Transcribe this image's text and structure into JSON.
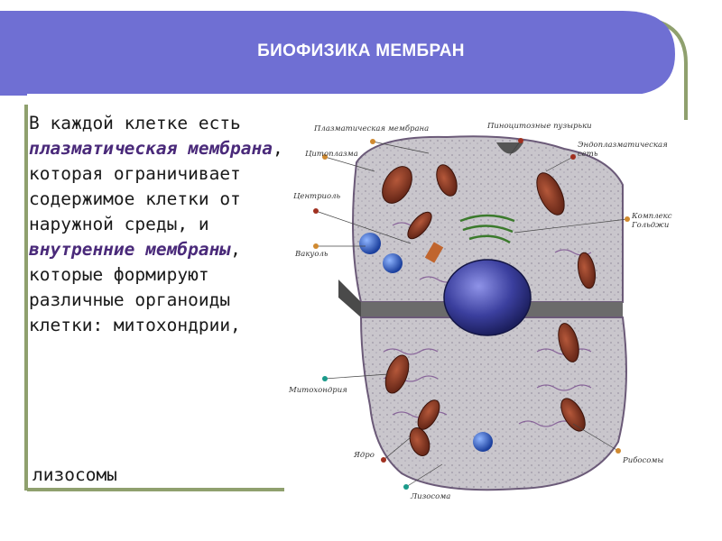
{
  "slide": {
    "title": "БИОФИЗИКА МЕМБРАН",
    "text": {
      "p1": "В каждой клетке есть ",
      "em1": "плазматическая мембрана",
      "p2": ", которая ограничивает содержимое клетки от наружной среды, и ",
      "em2": "внутренние мембраны",
      "p3": ", которые формируют различные органоиды клетки: митохондрии,",
      "last": "лизосомы"
    },
    "colors": {
      "banner": "#6f6fd3",
      "accent_border": "#8fa06e",
      "emphasis": "#4a2a7a"
    }
  },
  "diagram": {
    "labels": {
      "plasma_membrane": "Плазматическая мембрана",
      "pinocytic_vesicles": "Пиноцитозные пузырьки",
      "cytoplasm": "Цитоплазма",
      "er": "Эндоплазматическая сеть",
      "centriole": "Центриоль",
      "golgi": "Комплекс Гольджи",
      "vacuole": "Вакуоль",
      "mitochondria": "Митохондрия",
      "nucleus": "Ядро",
      "ribosomes": "Рибосомы",
      "lysosome": "Лизосома"
    }
  }
}
